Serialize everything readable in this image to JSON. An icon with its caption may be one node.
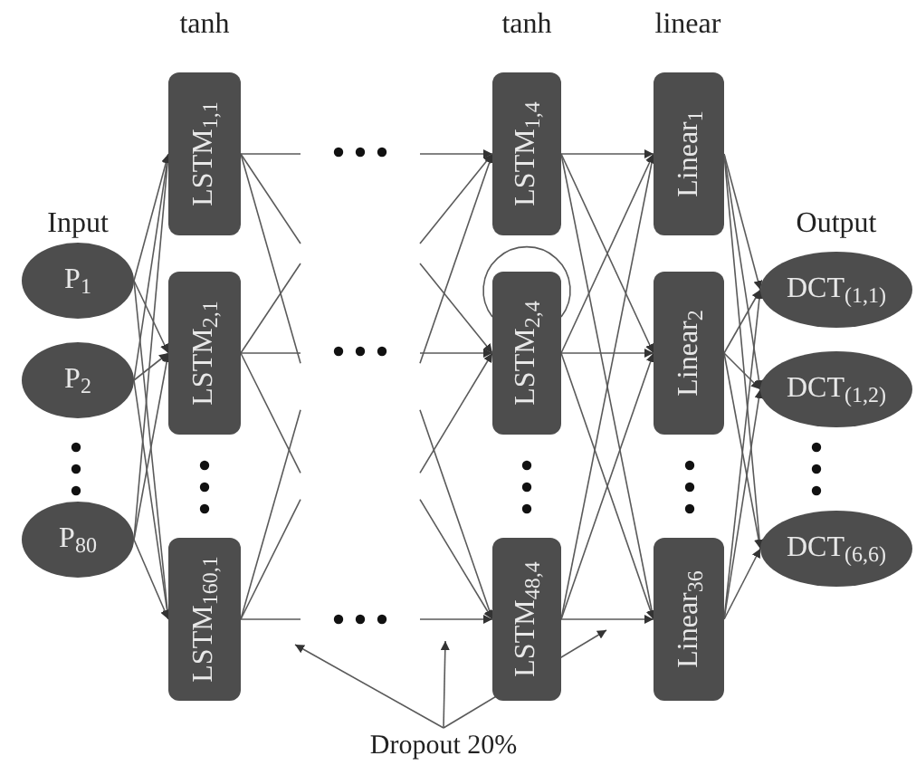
{
  "diagram": {
    "nodes": [
      {
        "text": [
          "P$_{1}$"
        ]
      },
      {
        "text": [
          "P$_{2}$"
        ]
      },
      {
        "text": [
          "P$_{80}$"
        ]
      },
      {
        "text": [
          "LSTM$_{1,1}$"
        ]
      },
      {
        "text": [
          "LSTM$_{2,1}$"
        ]
      },
      {
        "text": [
          "LSTM$_{160,1}$"
        ]
      },
      {
        "text": [
          "LSTM$_{1,4}$"
        ]
      },
      {
        "text": [
          "LSTM$_{2,4}$"
        ]
      },
      {
        "text": [
          "LSTM$_{48,4}$"
        ]
      },
      {
        "text": [
          "Linear$_{1}$"
        ]
      },
      {
        "text": [
          "Linear$_{2}$"
        ]
      },
      {
        "text": [
          "Linear$_{36}$"
        ]
      },
      {
        "text": [
          "DCT$_{(1,1)}$"
        ]
      },
      {
        "text": [
          "DCT$_{(1,2)}$"
        ]
      },
      {
        "text": [
          "DCT$_{(6,6)}$"
        ]
      },
      {
        "text": [
          "Dropout 20%"
        ]
      }
    ],
    "edges": [
      {
        "from": 0,
        "to": 3,
        "arrow": "to"
      },
      {
        "from": 0,
        "to": 4,
        "arrow": "to"
      },
      {
        "from": 0,
        "to": 5,
        "arrow": "to"
      },
      {
        "from": 1,
        "to": 3,
        "arrow": "to"
      },
      {
        "from": 1,
        "to": 4,
        "arrow": "to"
      },
      {
        "from": 1,
        "to": 5,
        "arrow": "to"
      },
      {
        "from": 2,
        "to": 3,
        "arrow": "to"
      },
      {
        "from": 2,
        "to": 4,
        "arrow": "to"
      },
      {
        "from": 2,
        "to": 5,
        "arrow": "to"
      },
      {
        "from": 3,
        "to": null,
        "arrow": "none"
      },
      {
        "from": 3,
        "to": null,
        "arrow": "none"
      },
      {
        "from": 3,
        "to": null,
        "arrow": "none"
      },
      {
        "from": 4,
        "to": null,
        "arrow": "none"
      },
      {
        "from": 4,
        "to": null,
        "arrow": "none"
      },
      {
        "from": 4,
        "to": null,
        "arrow": "none"
      },
      {
        "from": 5,
        "to": null,
        "arrow": "none"
      },
      {
        "from": 5,
        "to": null,
        "arrow": "none"
      },
      {
        "from": 5,
        "to": null,
        "arrow": "none"
      },
      {
        "from": null,
        "to": 6,
        "arrow": "to"
      },
      {
        "from": null,
        "to": 6,
        "arrow": "to"
      },
      {
        "from": null,
        "to": 6,
        "arrow": "to"
      },
      {
        "from": null,
        "to": 7,
        "arrow": "to"
      },
      {
        "from": null,
        "to": 7,
        "arrow": "to"
      },
      {
        "from": null,
        "to": 7,
        "arrow": "to"
      },
      {
        "from": null,
        "to": 8,
        "arrow": "to"
      },
      {
        "from": null,
        "to": 8,
        "arrow": "to"
      },
      {
        "from": null,
        "to": 8,
        "arrow": "to"
      },
      {
        "from": 7,
        "to": 7,
        "arrow": "none"
      },
      {
        "from": 6,
        "to": 9,
        "arrow": "to"
      },
      {
        "from": 6,
        "to": 10,
        "arrow": "to"
      },
      {
        "from": 6,
        "to": 11,
        "arrow": "to"
      },
      {
        "from": 7,
        "to": 9,
        "arrow": "to"
      },
      {
        "from": 7,
        "to": 10,
        "arrow": "to"
      },
      {
        "from": 7,
        "to": 11,
        "arrow": "to"
      },
      {
        "from": 8,
        "to": 9,
        "arrow": "to"
      },
      {
        "from": 8,
        "to": 10,
        "arrow": "to"
      },
      {
        "from": 8,
        "to": 11,
        "arrow": "to"
      },
      {
        "from": 9,
        "to": 12,
        "arrow": "to"
      },
      {
        "from": 9,
        "to": 13,
        "arrow": "to"
      },
      {
        "from": 9,
        "to": 14,
        "arrow": "to"
      },
      {
        "from": 10,
        "to": 12,
        "arrow": "to"
      },
      {
        "from": 10,
        "to": 13,
        "arrow": "to"
      },
      {
        "from": 10,
        "to": 14,
        "arrow": "to"
      },
      {
        "from": 11,
        "to": 12,
        "arrow": "to"
      },
      {
        "from": 11,
        "to": 13,
        "arrow": "to"
      },
      {
        "from": 11,
        "to": 14,
        "arrow": "to"
      },
      {
        "from": 15,
        "to": null,
        "arrow": "to"
      },
      {
        "from": 15,
        "to": null,
        "arrow": "to"
      },
      {
        "from": 15,
        "to": null,
        "arrow": "to"
      }
    ],
    "labels": [
      "tanh",
      "tanh",
      "linear",
      "Input",
      "Output"
    ]
  }
}
